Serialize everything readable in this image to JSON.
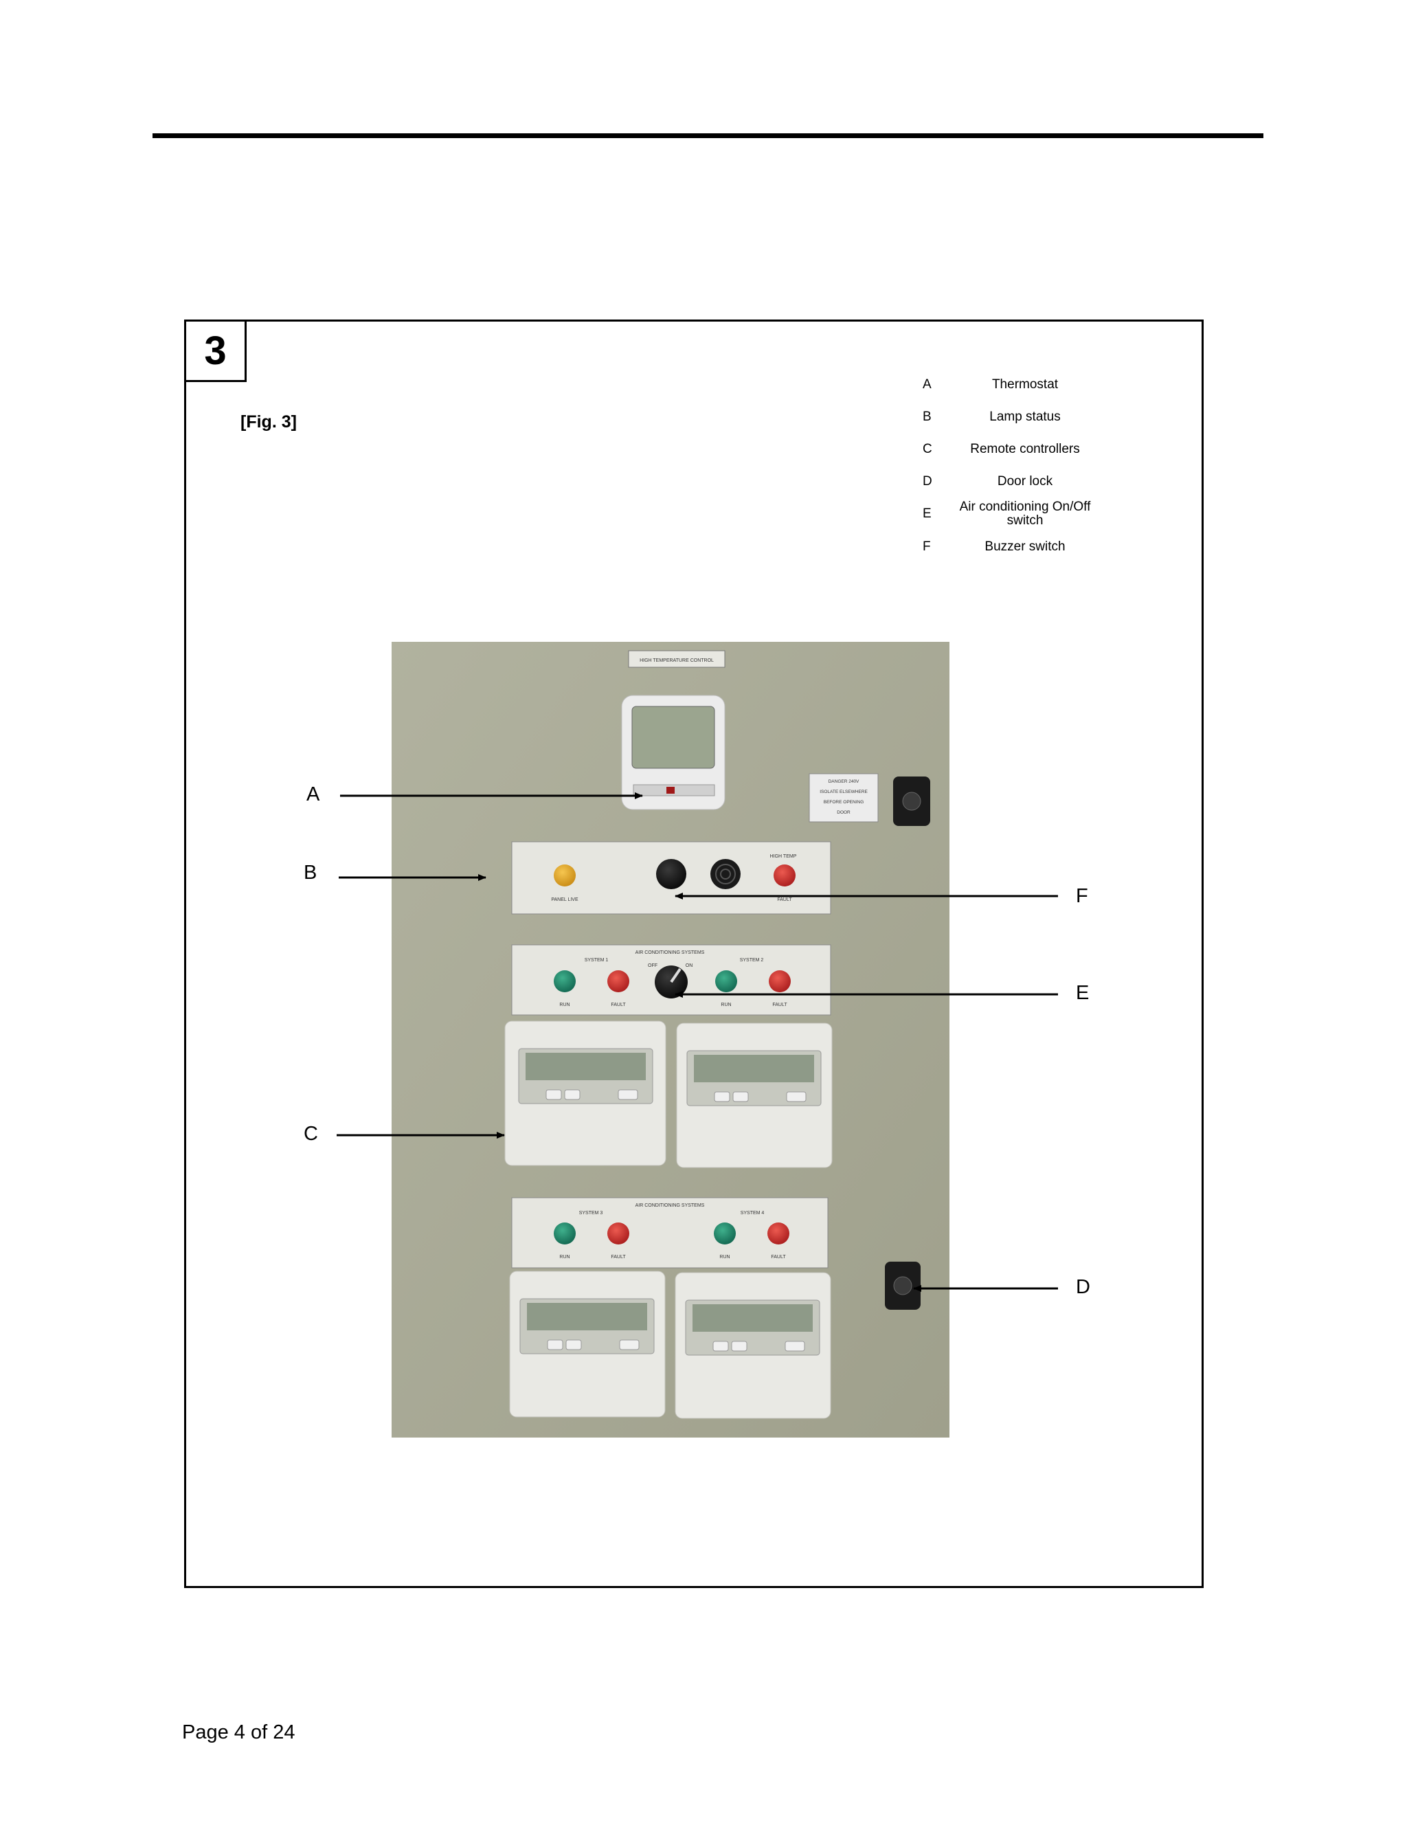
{
  "step_number": "3",
  "figure_caption": "[Fig. 3]",
  "legend": [
    {
      "letter": "A",
      "description": "Thermostat"
    },
    {
      "letter": "B",
      "description": "Lamp status"
    },
    {
      "letter": "C",
      "description": "Remote controllers"
    },
    {
      "letter": "D",
      "description": "Door lock"
    },
    {
      "letter": "E",
      "description": "Air conditioning On/Off switch"
    },
    {
      "letter": "F",
      "description": "Buzzer switch"
    }
  ],
  "callouts": {
    "a": "A",
    "b": "B",
    "c": "C",
    "d": "D",
    "e": "E",
    "f": "F"
  },
  "photo": {
    "sign_top": "HIGH TEMPERATURE CONTROL",
    "panel_label_lamp": "PANEL LIVE",
    "panel_label_high_temp": "HIGH TEMP",
    "panel_label_fault": "FAULT",
    "ac_panel_title": "AIR CONDITIONING SYSTEMS",
    "system_1": "SYSTEM 1",
    "system_2": "SYSTEM 2",
    "system_3": "SYSTEM 3",
    "system_4": "SYSTEM 4",
    "run": "RUN",
    "fault": "FAULT",
    "off": "OFF",
    "on": "ON",
    "door_sign": "DANGER 240V ISOLATE ELSEWHERE BEFORE OPENING DOOR",
    "colors": {
      "wall": "#a8a995",
      "amber": "#e0a020",
      "red": "#c82828",
      "green": "#1f8a6a",
      "black": "#151515"
    }
  },
  "footer": {
    "page": "Page 4 of 24"
  }
}
